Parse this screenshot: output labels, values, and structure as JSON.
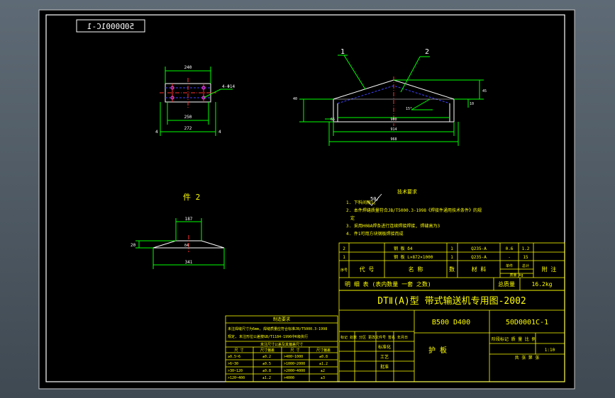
{
  "drawing_code_mirrored": "50D0001C-1",
  "part_views": {
    "top_view": {
      "dim_top": "240",
      "dim_mid": "250",
      "dim_bottom": "272",
      "hole_note": "4-Φ14",
      "end_mark_left": "4",
      "end_mark_right": "4"
    },
    "front_view": {
      "dim_overall": "968",
      "dim_base": "914",
      "dim_inner": "900",
      "dim_height": "45",
      "dim_left_height": "40",
      "dim_left_base": "65",
      "dim_right_small": "10",
      "angle": "15°"
    },
    "balloons": [
      "1",
      "2"
    ]
  },
  "part2": {
    "title": "件 2",
    "dim_top": "187",
    "dim_height": "20",
    "dim_base": "341",
    "thickness": "δ4"
  },
  "roughness_symbol": "50/",
  "technical_requirements": {
    "title": "技术要求",
    "items": [
      "1. 下料间隙1;",
      "2. 本件焊缝质量符合JB/T5000.3-1998《焊接件通用技术条件》的规",
      "定",
      "3. 采用H08A焊条进行连续焊接焊接, 焊缝高为3",
      "4. 件1可用方块钢板焊接而成"
    ]
  },
  "general_tolerance": {
    "title": "制造要求",
    "lines": [
      "未注焊缝尺寸为6mm, 焊缝质量应符合标准JB/T5000.3-1998",
      "规定, 未注形位公差按GB/T1184-1996中K级执行"
    ],
    "subtitle": "未注尺寸公差及其偏差尺寸",
    "headers": [
      "尺 寸",
      "尺寸偏差",
      "尺 寸",
      "尺寸偏差"
    ],
    "rows": [
      [
        "≥0.5~6",
        "±0.2",
        ">400~1000",
        "±0.8"
      ],
      [
        ">6~30",
        "±0.5",
        ">1000~2000",
        "±1.2"
      ],
      [
        ">30~120",
        "±0.8",
        ">2000~4000",
        "±2"
      ],
      [
        ">120~400",
        "±1.2",
        ">4000",
        "±3"
      ]
    ]
  },
  "parts_list": {
    "rows": [
      {
        "num": "2",
        "name": "钢 板 δ4",
        "qty": "1",
        "material": "Q235-A",
        "unit_weight": "0.6",
        "total_weight": "1.2"
      },
      {
        "num": "1",
        "name": "钢 板 L×872×1000",
        "qty": "1",
        "material": "Q235-A",
        "unit_weight": "-",
        "total_weight": "15"
      }
    ],
    "header": {
      "num": "序号",
      "code": "代 号",
      "name": "名 称",
      "qty": "数",
      "material": "材 料",
      "unit": "单件",
      "total": "总计",
      "weight_unit": "质量 kg",
      "remark": "附 注"
    },
    "summary_left": "明 细 表 (表内数量 一套 之数)",
    "total_label": "总质量",
    "total_value": "16.2kg"
  },
  "title_block": {
    "main_title": "DTⅡ(A)型 带式输送机专用图-2002",
    "spec": "B500 D400",
    "drawing_number": "50D0001C-1",
    "part_name": "护 板",
    "revision_header": "标记 处数 分区 更改文件号 签名 年月日",
    "role_design": "标准化",
    "role_review": "工艺",
    "role_approve": "批准",
    "stage_header": "阶段标记 质 量 比 例",
    "scale": "1:10",
    "sheet": "共 张 第 张"
  }
}
